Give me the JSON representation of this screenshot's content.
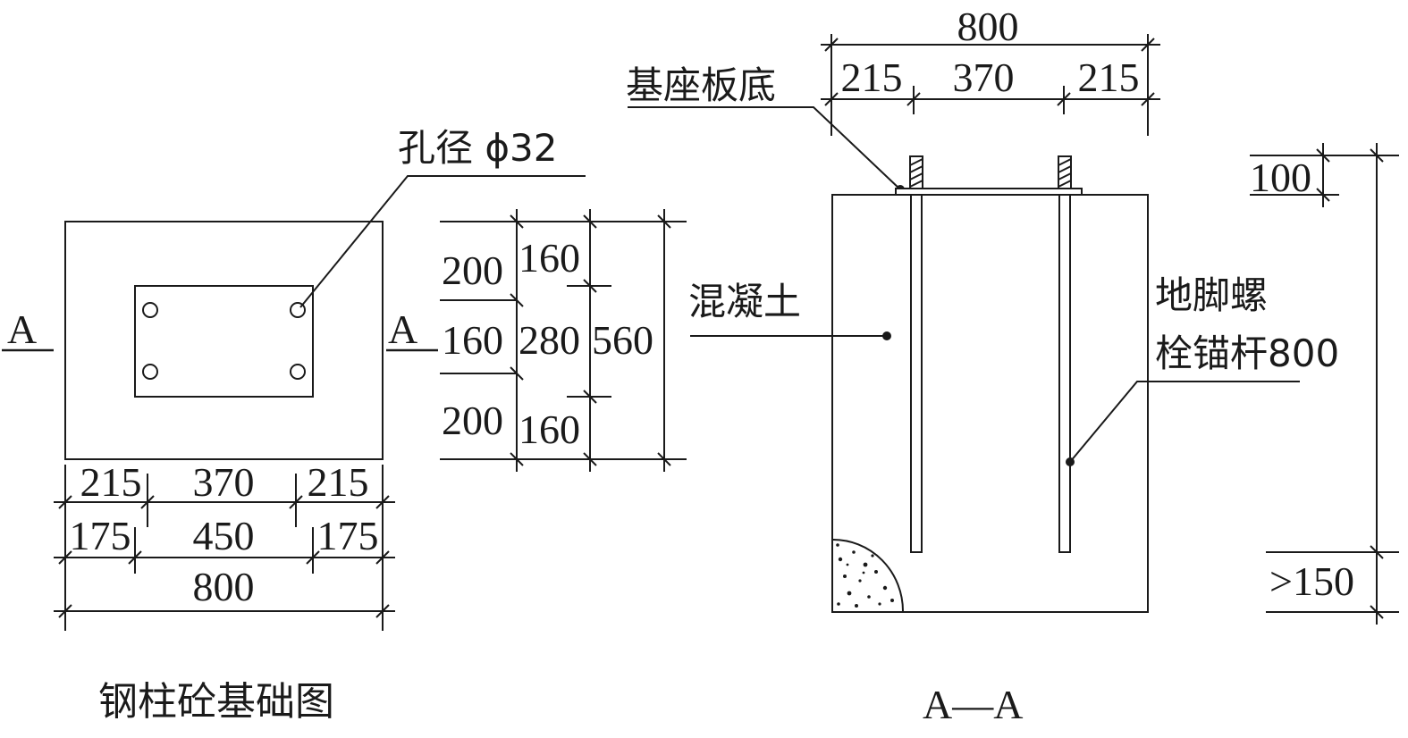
{
  "plan": {
    "caption": "钢柱砼基础图",
    "hole_label": "孔径 ϕ32",
    "section_mark_left": "A",
    "section_mark_right": "A",
    "dims_row1": [
      "215",
      "370",
      "215"
    ],
    "dims_row2": [
      "175",
      "450",
      "175"
    ],
    "dim_total": "800"
  },
  "vertical_dims": {
    "col1": [
      "200",
      "160",
      "200"
    ],
    "col2": [
      "160",
      "280",
      "160"
    ],
    "col3": "560"
  },
  "section": {
    "caption": "A—A",
    "top_total": "800",
    "top_parts": [
      "215",
      "370",
      "215"
    ],
    "base_plate_label": "基座板底",
    "concrete_label": "混凝土",
    "bolt_label_line1": "地脚螺",
    "bolt_label_line2": "栓锚杆800",
    "dim_top": "100",
    "dim_bottom": ">150"
  }
}
